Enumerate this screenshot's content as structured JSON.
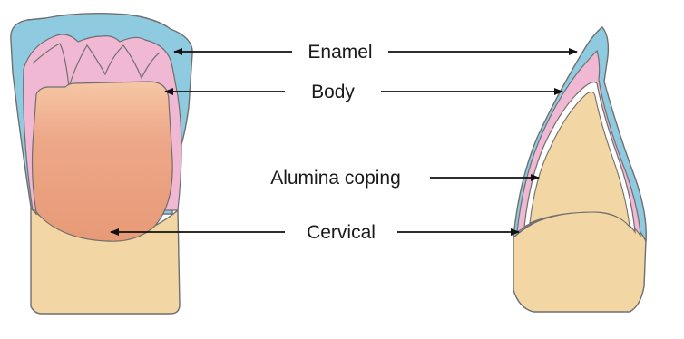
{
  "labels": {
    "enamel": "Enamel",
    "body": "Body",
    "coping": "Alumina coping",
    "cervical": "Cervical"
  },
  "colors": {
    "enamel": "#8fcbe0",
    "body_layer": "#f0b8d2",
    "dentin": "#f2d6a4",
    "cervical_fill": "#eba07f",
    "coping": "#ffffff",
    "outline": "#6f6f6f",
    "arrow": "#111111"
  }
}
